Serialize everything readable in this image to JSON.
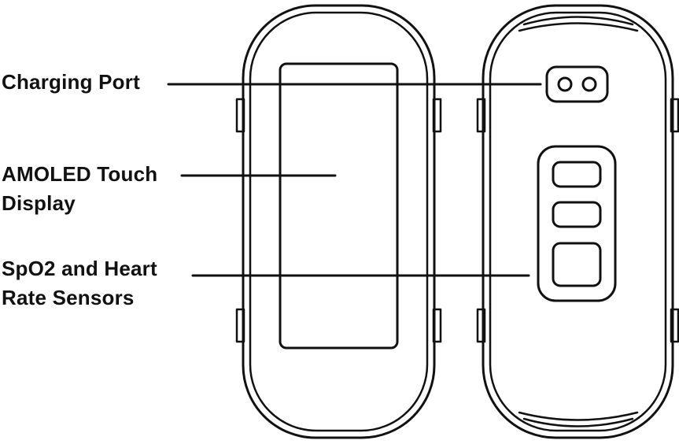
{
  "labels": {
    "charging_port": [
      "Charging Port"
    ],
    "display": [
      "AMOLED Touch",
      "Display"
    ],
    "sensors": [
      "SpO2 and Heart",
      "Rate Sensors"
    ]
  },
  "colors": {
    "line": "#111111",
    "background": "#ffffff"
  }
}
